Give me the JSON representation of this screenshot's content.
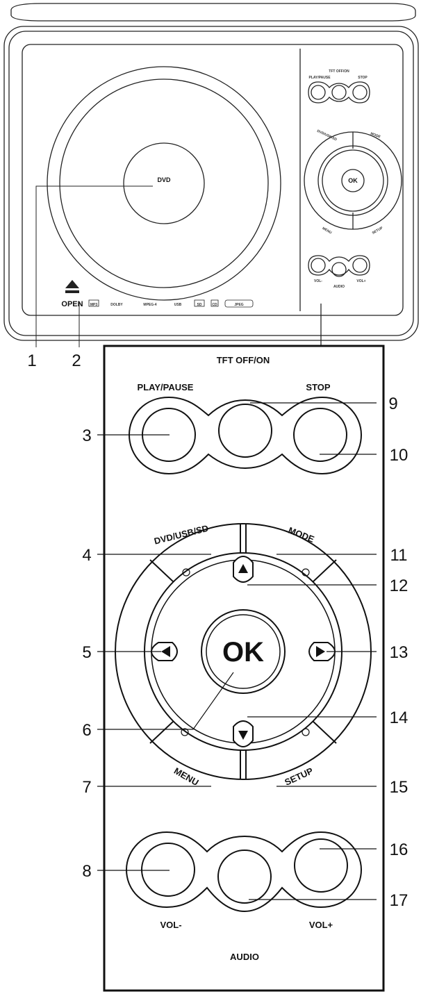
{
  "device": {
    "disc_logo": "DVD",
    "open_label": "OPEN",
    "format_logos": [
      "MP3",
      "DOLBY",
      "MPEG-4",
      "USB",
      "SD",
      "CD",
      "JPEG"
    ],
    "mini_labels": {
      "tft": "TFT OFF/ON",
      "play_pause": "PLAY/PAUSE",
      "stop": "STOP",
      "source": "DVD/USB/SD",
      "mode": "MODE",
      "menu": "MENU",
      "setup": "SETUP",
      "vol_minus": "VOL-",
      "audio": "AUDIO",
      "vol_plus": "VOL+",
      "ok": "OK"
    }
  },
  "panel": {
    "tft": "TFT OFF/ON",
    "play_pause": "PLAY/PAUSE",
    "stop": "STOP",
    "source": "DVD/USB/SD",
    "mode": "MODE",
    "ok": "OK",
    "menu": "MENU",
    "setup": "SETUP",
    "vol_minus": "VOL-",
    "vol_plus": "VOL+",
    "audio": "AUDIO"
  },
  "callouts": [
    "1",
    "2",
    "3",
    "4",
    "5",
    "6",
    "7",
    "8",
    "9",
    "10",
    "11",
    "12",
    "13",
    "14",
    "15",
    "16",
    "17"
  ]
}
